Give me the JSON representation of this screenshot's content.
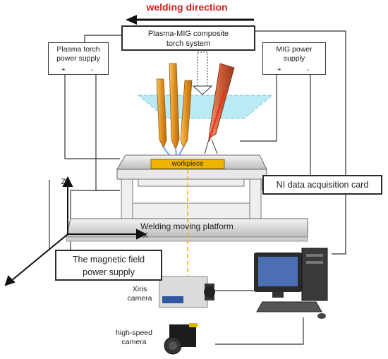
{
  "title": "welding direction",
  "labels": {
    "torch_system": "Plasma-MIG composite\ntorch system",
    "plasma_supply": "Plasma torch\npower supply",
    "plasma_plus": "+",
    "plasma_minus": "-",
    "mig_supply": "MIG power\nsupply",
    "mig_plus": "+",
    "mig_minus": "-",
    "workpiece": "workpiece",
    "ni_card": "NI data acquisition card",
    "platform": "Welding moving platform",
    "axis_z": "Z",
    "axis_x": "X",
    "magnetic_supply": "The magnetic field\npower supply",
    "xiris_camera": "Xiris\ncamera",
    "highspeed_camera": "high-speed\ncamera"
  },
  "colors": {
    "direction_text": "#d32020",
    "workpiece_fill": "#f0b400",
    "plasma_torch": "#e09a20",
    "mig_torch": "#c8553a",
    "arc_zone": "#aee8f4",
    "platform": "#dcdcdc",
    "axis_dash": "#f0b400"
  }
}
